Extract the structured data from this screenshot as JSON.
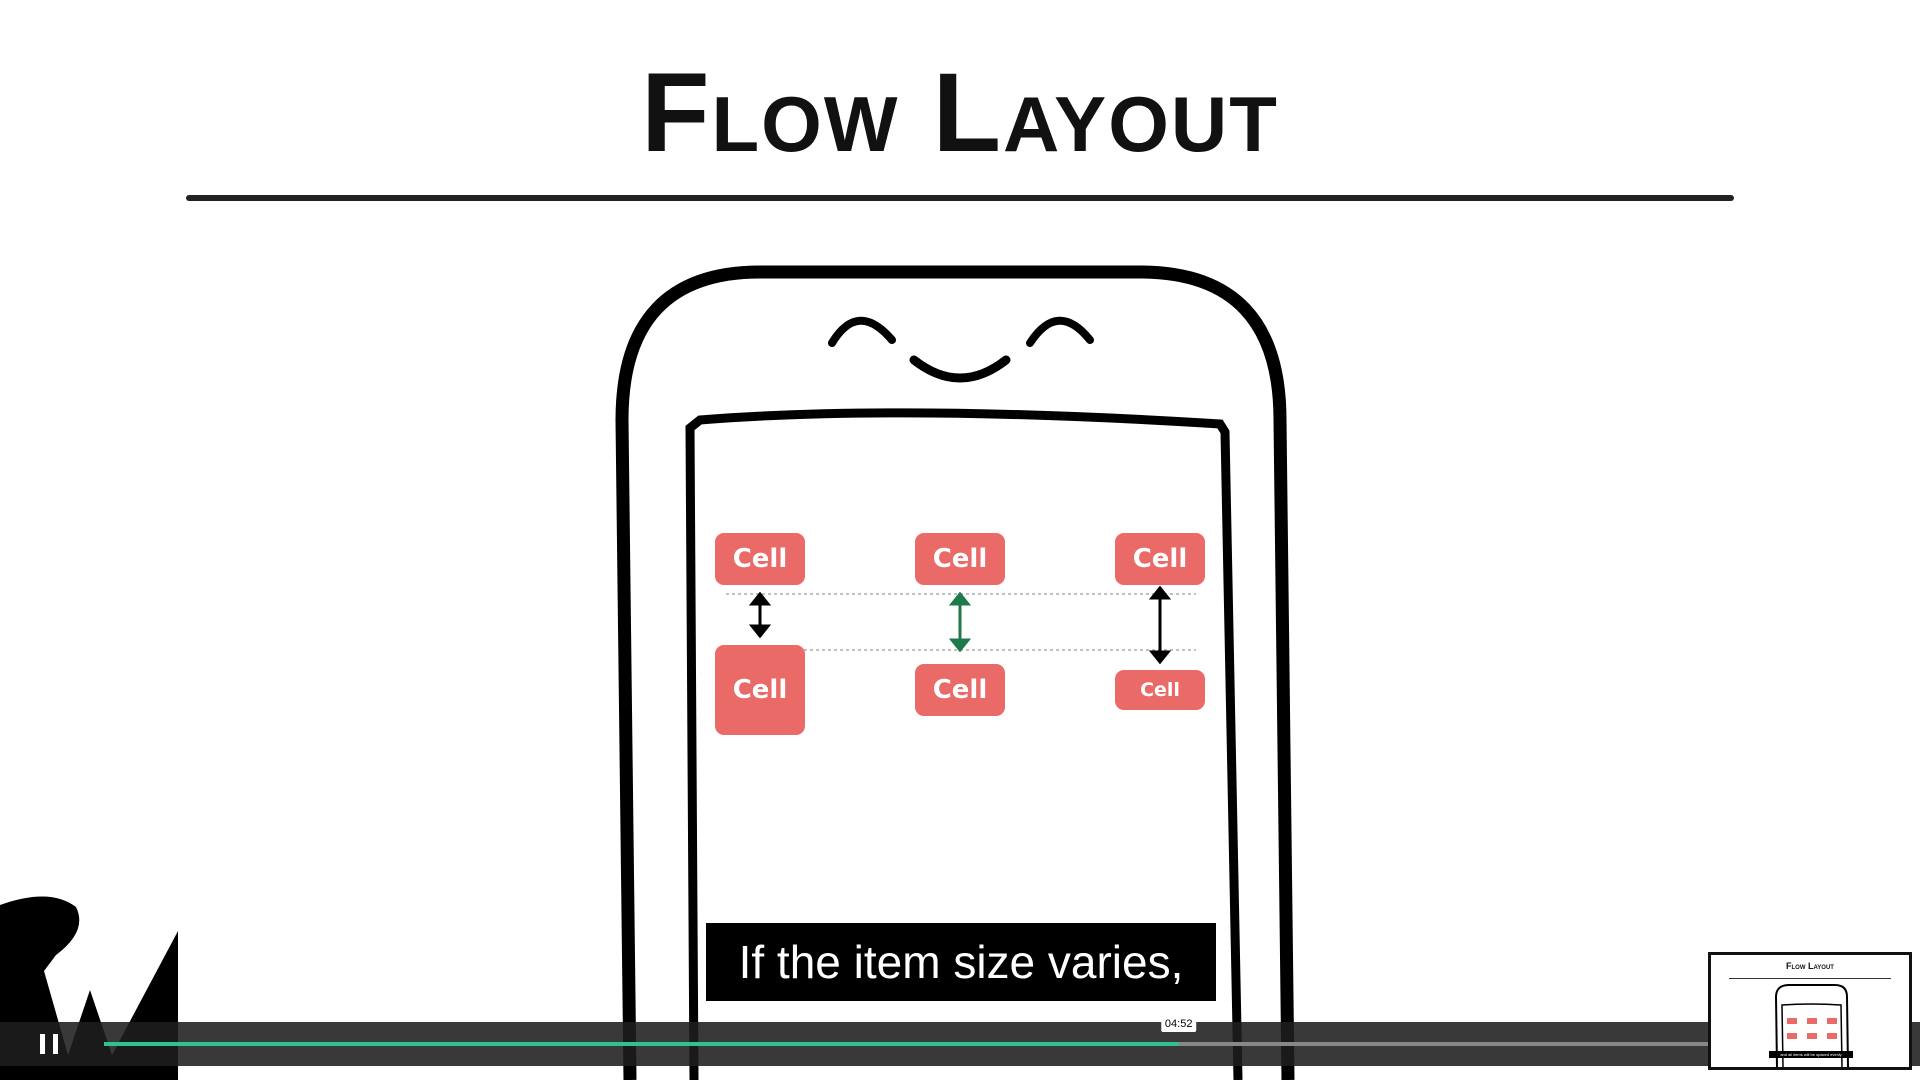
{
  "slide": {
    "title": "Flow Layout",
    "cells": [
      {
        "label": "Cell"
      },
      {
        "label": "Cell"
      },
      {
        "label": "Cell"
      },
      {
        "label": "Cell"
      },
      {
        "label": "Cell"
      },
      {
        "label": "Cell"
      }
    ],
    "subtitle": "If the item size varies,"
  },
  "player": {
    "state": "playing",
    "hover_time": "04:52",
    "progress_fraction": 0.67,
    "preview": {
      "title": "Flow Layout",
      "caption": "and all items will be spaced evenly"
    }
  },
  "colors": {
    "cell": "#e96a67",
    "highlight_arrow": "#1e7a4a",
    "progress": "#2fc28c"
  },
  "icons": [
    "pause-icon",
    "rw-logo-icon"
  ]
}
